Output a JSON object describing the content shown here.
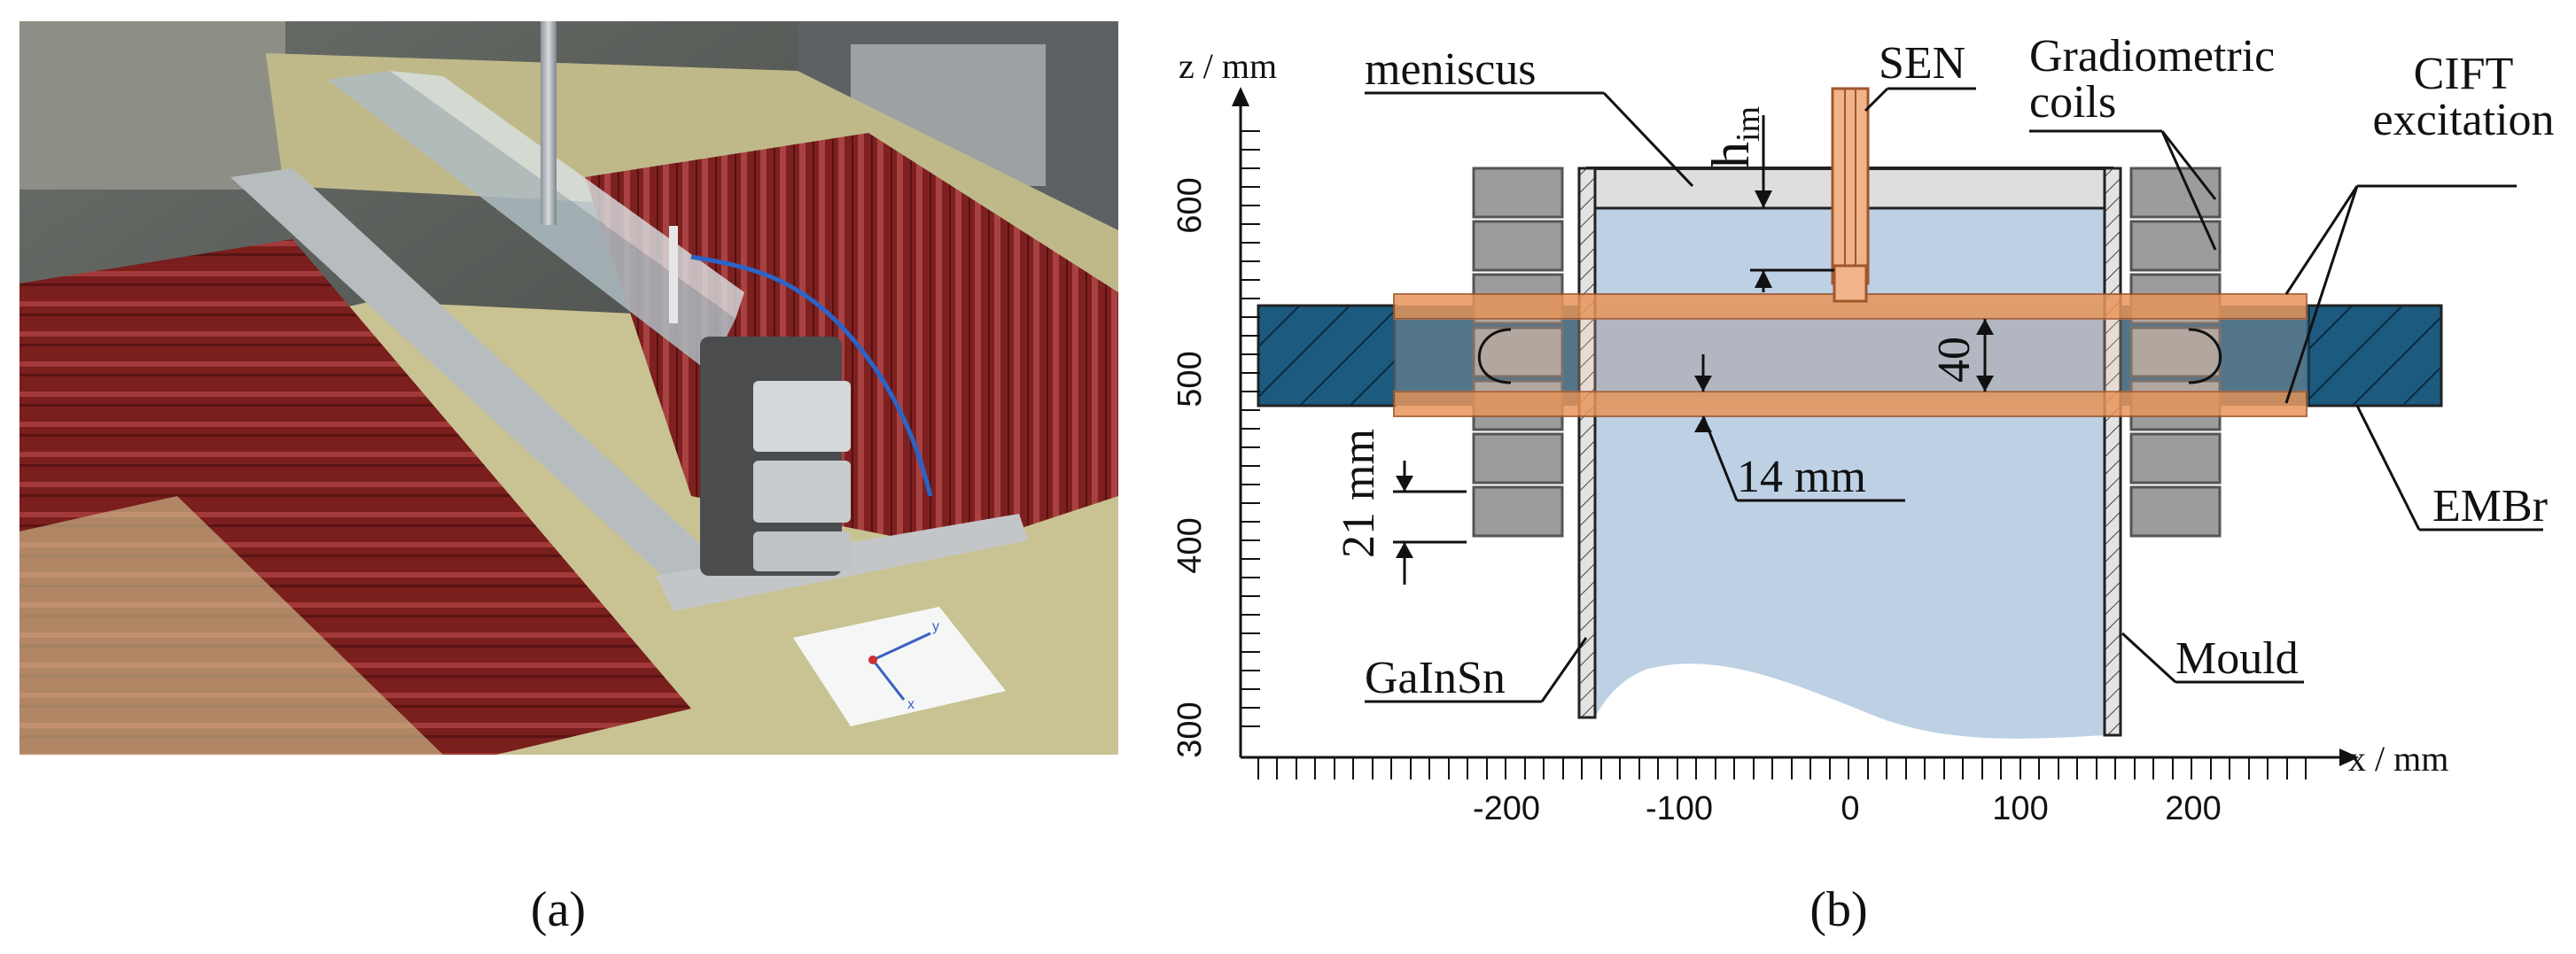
{
  "figure": {
    "photo_caption": "(a)",
    "diagram_caption": "(b)",
    "photo_labels": {
      "y_axis": "y",
      "x_axis": "x"
    }
  },
  "diagram": {
    "axes": {
      "z_label": "z / mm",
      "x_label": "x / mm",
      "z_ticks": [
        "300",
        "400",
        "500",
        "600"
      ],
      "x_ticks": [
        "-200",
        "-100",
        "0",
        "100",
        "200"
      ]
    },
    "labels": {
      "meniscus": "meniscus",
      "h_im": "h",
      "h_im_sub": "im",
      "sen": "SEN",
      "gradiometric_line1": "Gradiometric",
      "gradiometric_line2": "coils",
      "cift_line1": "CIFT",
      "cift_line2": "excitation",
      "dim_40": "40",
      "dim_14": "14 mm",
      "dim_21": "21 mm",
      "embr": "EMBr",
      "gainsn": "GaInSn",
      "mould": "Mould"
    },
    "colors": {
      "liquid": "#b9cde3",
      "meniscus_gap": "#dedede",
      "embr_core": "#1c5a80",
      "coil_orange": "#e8955a",
      "grad_coil": "#9c9c9c",
      "mould_wall": "#d6d6d6"
    }
  }
}
